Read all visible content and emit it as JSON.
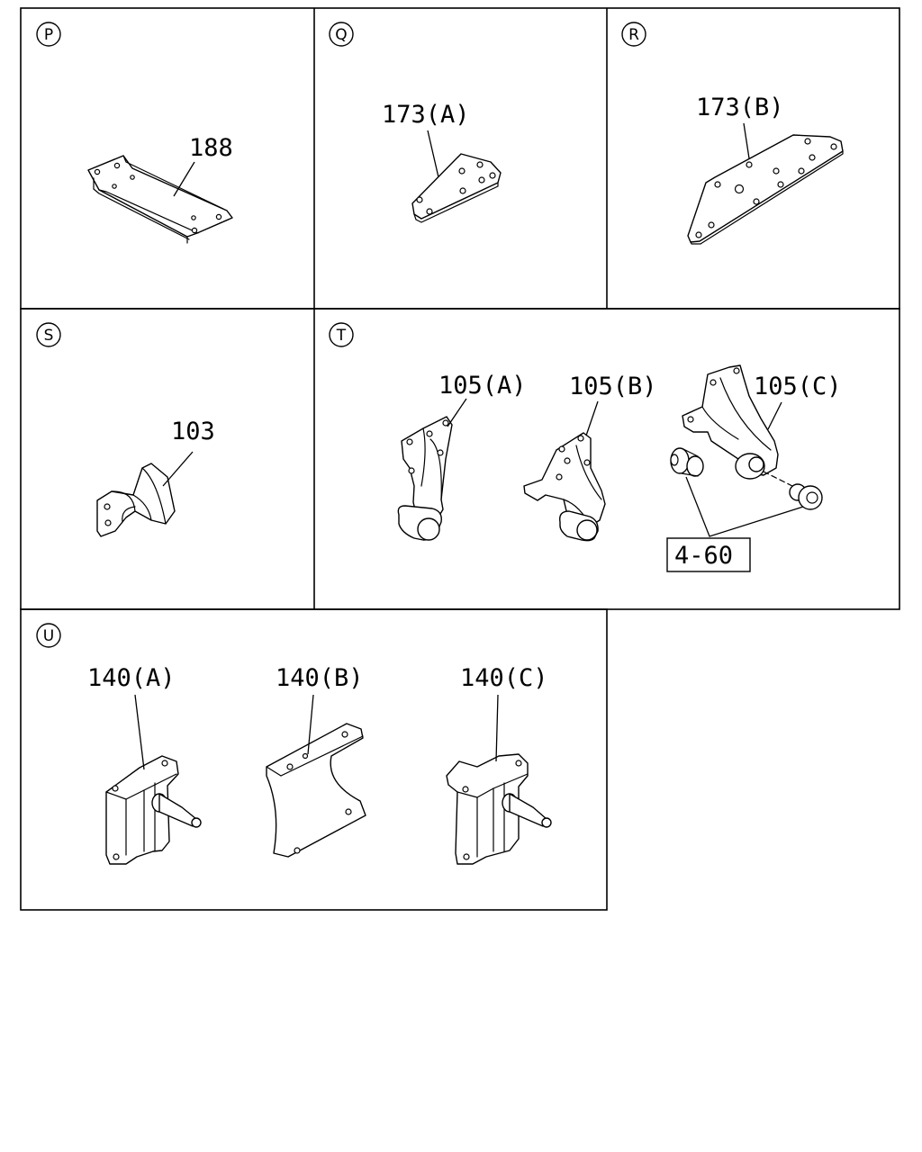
{
  "sections": {
    "p": {
      "letter": "P",
      "parts": [
        "188"
      ]
    },
    "q": {
      "letter": "Q",
      "parts": [
        "173(A)"
      ]
    },
    "r": {
      "letter": "R",
      "parts": [
        "173(B)"
      ]
    },
    "s": {
      "letter": "S",
      "parts": [
        "103"
      ]
    },
    "t": {
      "letter": "T",
      "parts": [
        "105(A)",
        "105(B)",
        "105(C)"
      ],
      "ref_box": "4-60"
    },
    "u": {
      "letter": "U",
      "parts": [
        "140(A)",
        "140(B)",
        "140(C)"
      ]
    }
  }
}
